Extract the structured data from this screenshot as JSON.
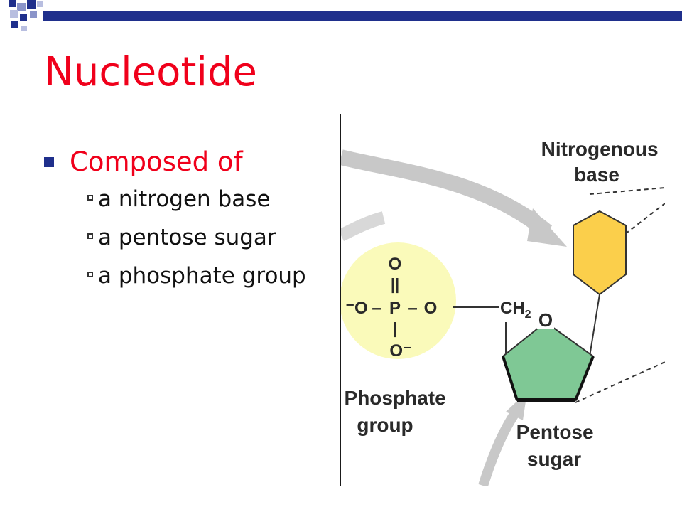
{
  "slide": {
    "title": "Nucleotide",
    "bullet": "Composed of",
    "sub_bullets": [
      "a nitrogen base",
      "a pentose sugar",
      "a phosphate group"
    ]
  },
  "diagram": {
    "labels": {
      "nitrogenous_base": [
        "Nitrogenous",
        "base"
      ],
      "phosphate_group": [
        "Phosphate",
        "group"
      ],
      "pentose_sugar": [
        "Pentose",
        "sugar"
      ]
    },
    "atoms": {
      "o_top": "O",
      "double_bond": "||",
      "o_neg_left": "⁻O",
      "bond_1": "–",
      "p": "P",
      "bond_2": "–",
      "o_right": "O",
      "bond_down": "|",
      "o_neg_bottom": "O⁻",
      "ch2": "CH",
      "ch2_sub": "2",
      "ring_o": "O"
    },
    "colors": {
      "phosphate_circle": "#fafaba",
      "base_hexagon": "#fbcf4b",
      "sugar_pentagon": "#7fc895",
      "arrow_gray": "#c8c8c8"
    }
  },
  "theme": {
    "title_color": "#f0001b",
    "accent_blue": "#1f2f8c"
  }
}
